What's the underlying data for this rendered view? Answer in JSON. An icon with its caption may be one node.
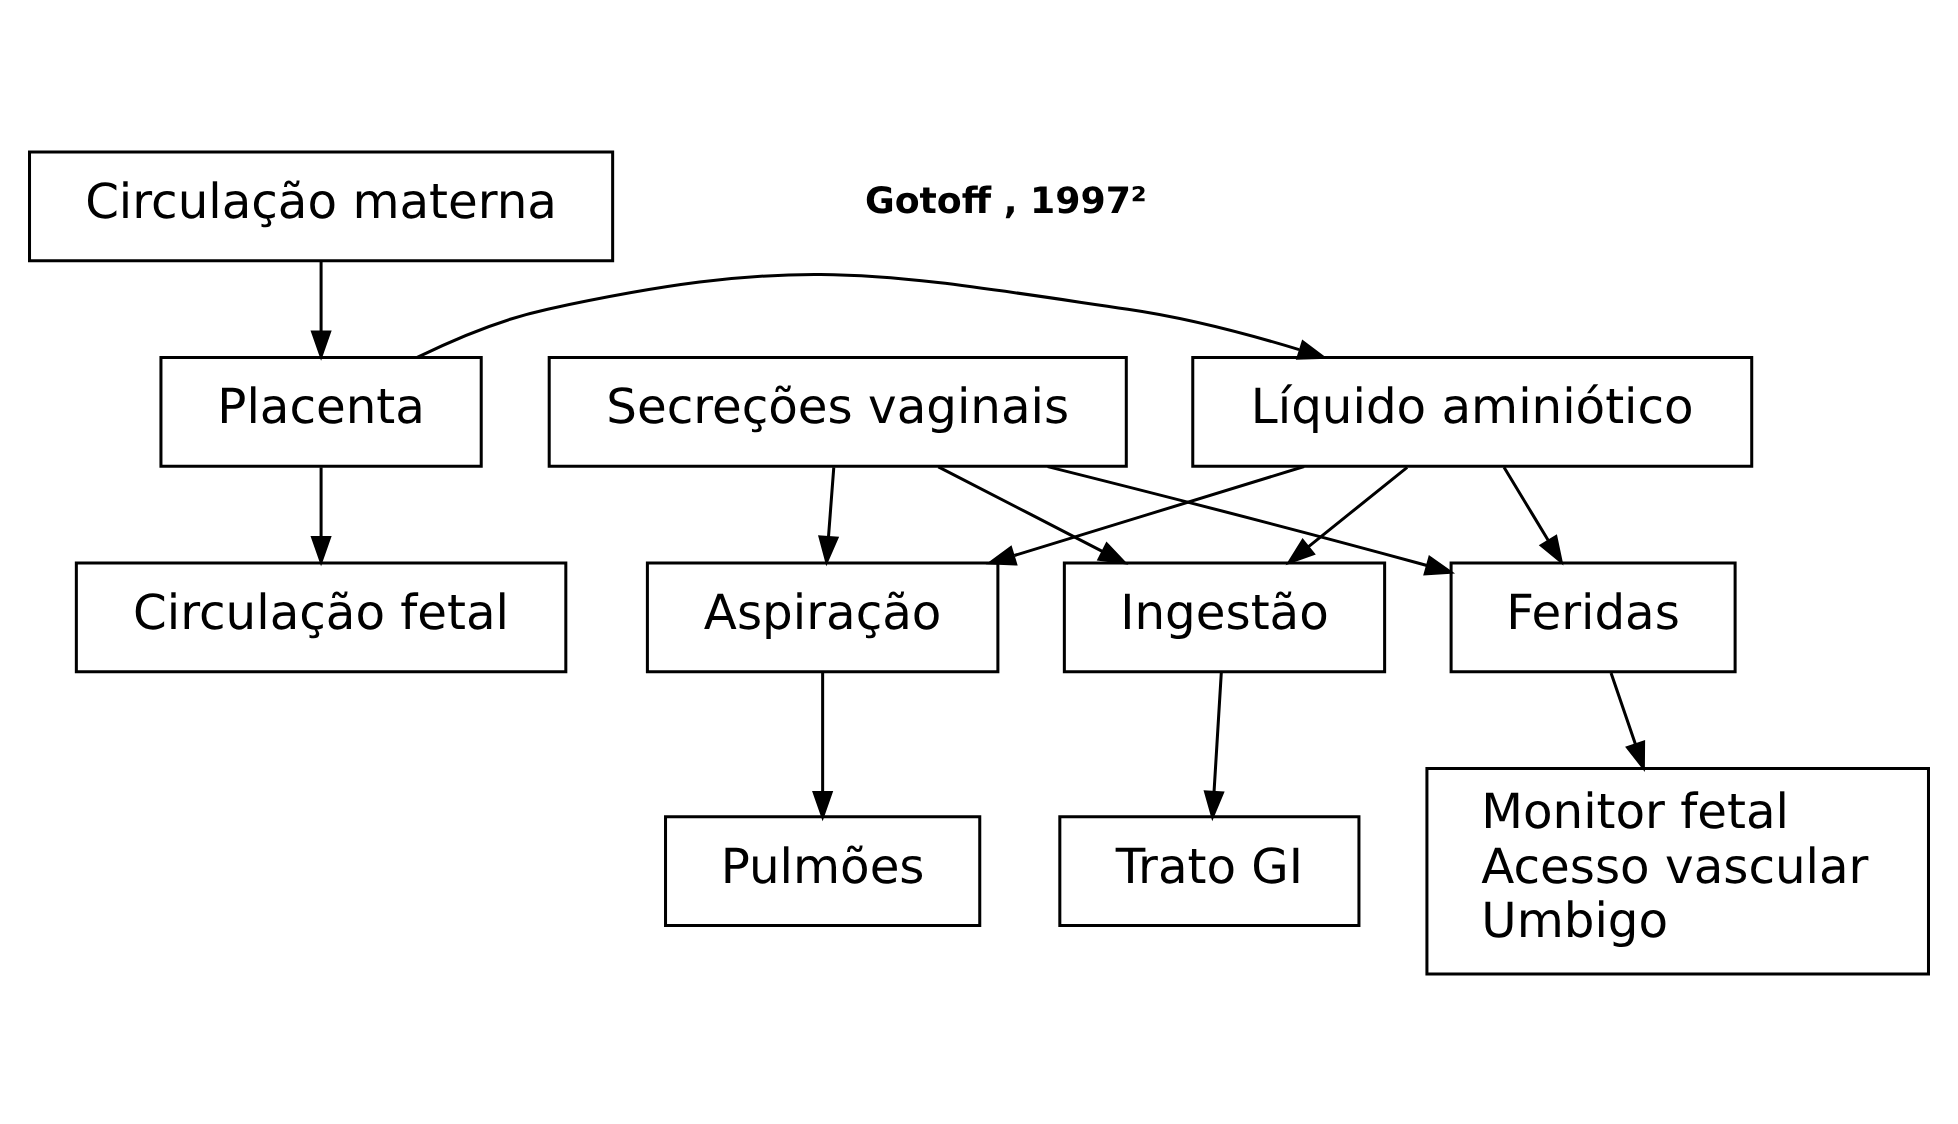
{
  "diagram": {
    "nodes": [
      {
        "text": [
          "Circulação materna"
        ]
      },
      {
        "text": [
          "Placenta"
        ]
      },
      {
        "text": [
          "Circulação fetal"
        ]
      },
      {
        "text": [
          "Líquido aminiótico"
        ]
      },
      {
        "text": [
          "Secreções vaginais"
        ]
      },
      {
        "text": [
          "Aspiração"
        ]
      },
      {
        "text": [
          "Ingestão"
        ]
      },
      {
        "text": [
          "Feridas"
        ]
      },
      {
        "text": [
          "Pulmões"
        ]
      },
      {
        "text": [
          "Trato GI"
        ]
      },
      {
        "text": [
          "Monitor fetal",
          "Acesso vascular",
          "Umbigo"
        ]
      }
    ],
    "edges": [
      {
        "from": 0,
        "to": 1,
        "arrow": "to"
      },
      {
        "from": 1,
        "to": 2,
        "arrow": "to"
      },
      {
        "from": 1,
        "to": 3,
        "arrow": "to"
      },
      {
        "from": 3,
        "to": 5,
        "arrow": "to"
      },
      {
        "from": 3,
        "to": 6,
        "arrow": "to"
      },
      {
        "from": 3,
        "to": 7,
        "arrow": "to"
      },
      {
        "from": 4,
        "to": 5,
        "arrow": "to"
      },
      {
        "from": 4,
        "to": 6,
        "arrow": "to"
      },
      {
        "from": 4,
        "to": 7,
        "arrow": "to"
      },
      {
        "from": 5,
        "to": 8,
        "arrow": "to"
      },
      {
        "from": 6,
        "to": 9,
        "arrow": "to"
      },
      {
        "from": 7,
        "to": 10,
        "arrow": "to"
      }
    ],
    "labels": [
      "Gotoff , 1997²"
    ]
  }
}
